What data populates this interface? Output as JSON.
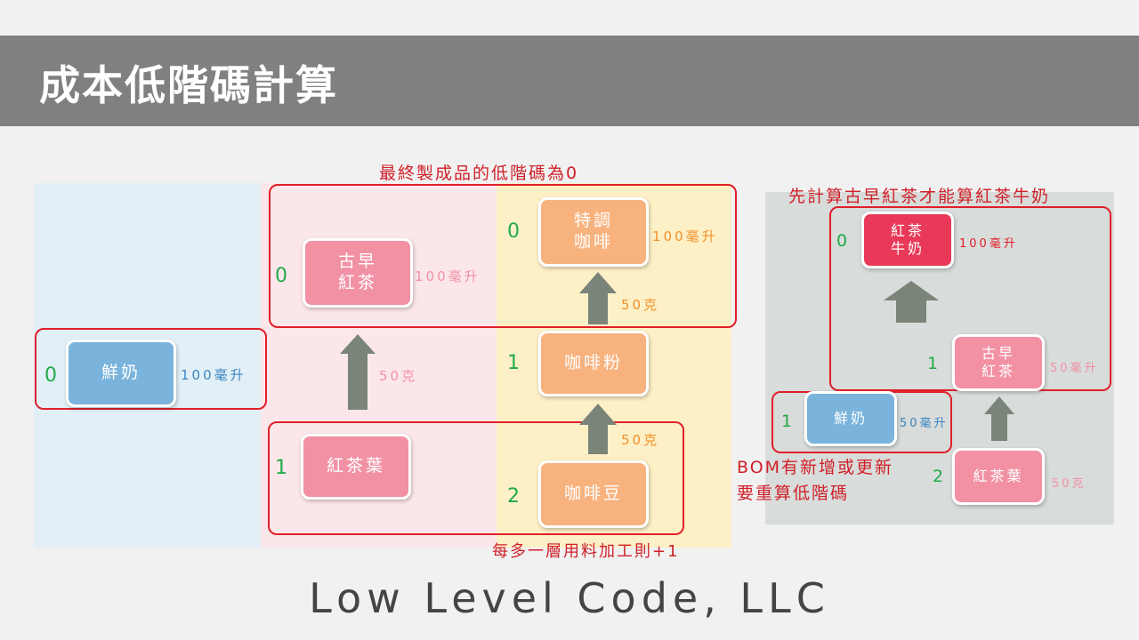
{
  "title": "成本低階碼計算",
  "footer": "Low Level Code, LLC",
  "colors": {
    "pink_node": "#f291a4",
    "orange_node": "#f8b27e",
    "blue_node": "#7ab4dc",
    "red_node": "#e83a58",
    "red_box": "#e0202a"
  },
  "left": {
    "note_top": "最終製成品的低階碼為0",
    "note_bottom": "每多一層用料加工則+1",
    "nodes": {
      "gu_zao_hong_cha": {
        "label": "古早\n紅茶",
        "level": "0",
        "qty": "100毫升"
      },
      "te_diao_ka_fei": {
        "label": "特調\n咖啡",
        "level": "0",
        "qty": "100毫升"
      },
      "xian_nai": {
        "label": "鮮奶",
        "level": "0",
        "qty": "100毫升"
      },
      "ka_fei_fen": {
        "label": "咖啡粉",
        "level": "1"
      },
      "hong_cha_ye": {
        "label": "紅茶葉",
        "level": "1"
      },
      "ka_fei_dou": {
        "label": "咖啡豆",
        "level": "2"
      }
    },
    "edges": {
      "tea_leaf_to_tea": "50克",
      "powder_to_coffee": "50克",
      "bean_to_powder": "50克"
    }
  },
  "right": {
    "note_top": "先計算古早紅茶才能算紅茶牛奶",
    "note_mid": "BOM有新增或更新\n要重算低階碼",
    "nodes": {
      "hong_cha_niu_nai": {
        "label": "紅茶\n牛奶",
        "level": "0",
        "qty": "100毫升"
      },
      "gu_zao_hong_cha": {
        "label": "古早\n紅茶",
        "level": "1",
        "qty": "50毫升"
      },
      "xian_nai": {
        "label": "鮮奶",
        "level": "1",
        "qty": "50毫升"
      },
      "hong_cha_ye": {
        "label": "紅茶葉",
        "level": "2",
        "qty": "50克"
      }
    }
  }
}
